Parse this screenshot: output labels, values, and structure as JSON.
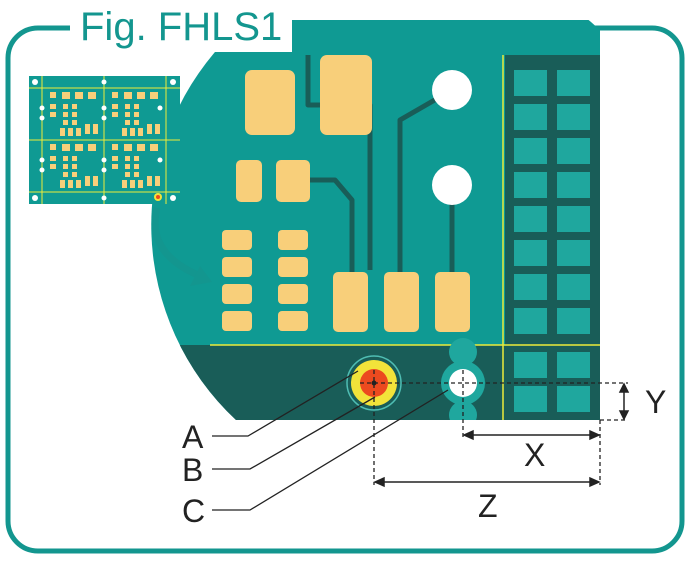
{
  "figure": {
    "title": "Fig. FHLS1"
  },
  "labels": {
    "a": "A",
    "b": "B",
    "c": "C",
    "x": "X",
    "y": "Y",
    "z": "Z"
  },
  "colors": {
    "frame": "#13968f",
    "board": "#0f9a93",
    "board_dark": "#195d58",
    "pad": "#f8cf7a",
    "trace": "#195d58",
    "ground_grid": "#1fa79e",
    "annular_ring": "#f2e33a",
    "drill": "#ec4a1f",
    "highlight_line": "#ecec3a"
  }
}
